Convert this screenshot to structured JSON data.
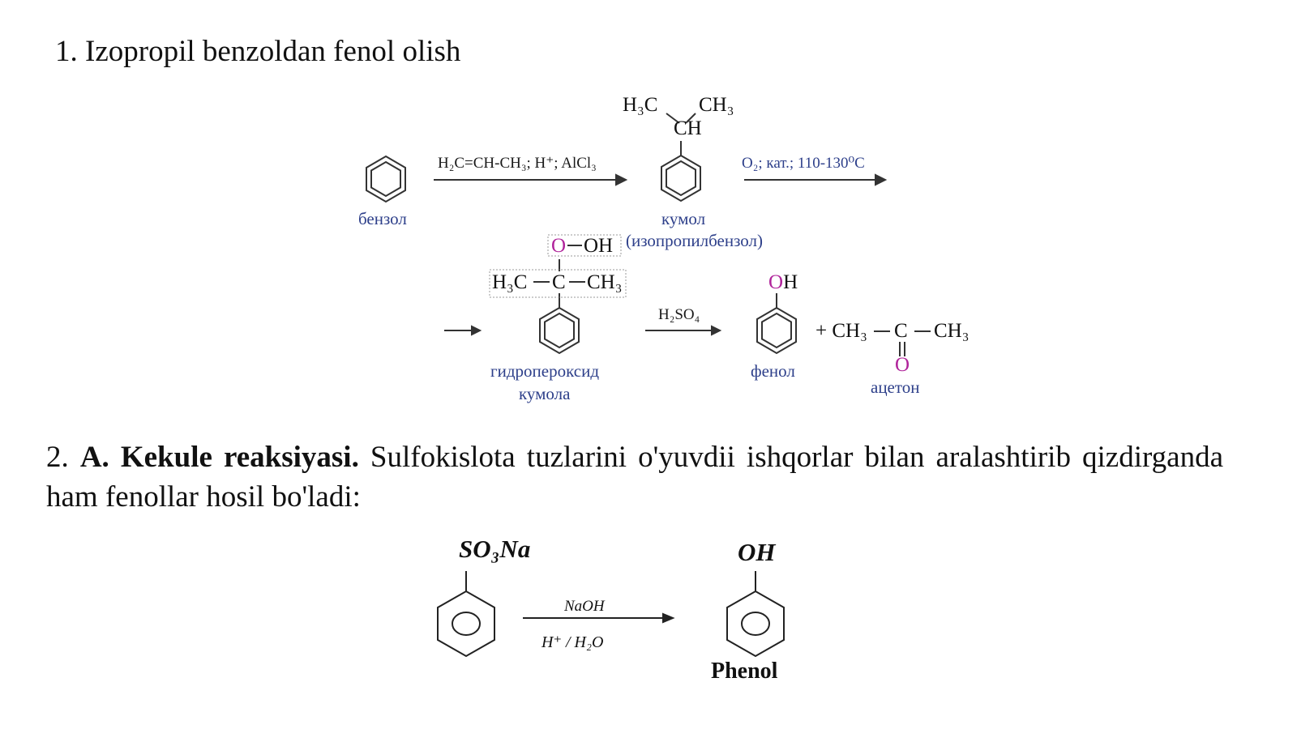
{
  "heading1": "1. Izopropil benzoldan fenol olish",
  "scheme1": {
    "benzene_label": "бензол",
    "reagents1": "H₂C=CH-CH₃; H⁺; AlCl₃",
    "cumene_top_left": "H₃C",
    "cumene_top_right": "CH₃",
    "cumene_ch": "CH",
    "cumene_label": "кумол",
    "cumene_label2": "(изопропилбензол)",
    "reagents2": "O₂; кат.; 110-130⁰C",
    "hp_o": "O",
    "hp_oh": "OH",
    "hp_left": "H₃C",
    "hp_c": "C",
    "hp_right": "CH₃",
    "hp_label1": "гидропероксид",
    "hp_label2": "кумола",
    "reagents3": "H₂SO₄",
    "phenol_o": "O",
    "phenol_h": "H",
    "phenol_label": "фенол",
    "acetone_plus": "+ CH₃",
    "acetone_c": "C",
    "acetone_right": "CH₃",
    "acetone_o": "O",
    "acetone_label": "ацетон"
  },
  "paragraph2": {
    "number": "2.",
    "bold": "A. Kekule reaksiyasi.",
    "text": "Sulfokislota tuzlarini o'yuvdii ishqorlar bilan aralashtirib qizdirganda ham fenollar hosil bo'ladi:"
  },
  "scheme2": {
    "so3na": "SO₃Na",
    "naoh": "NaOH",
    "conditions": "H⁺ / H₂O",
    "oh": "OH",
    "product": "Phenol"
  }
}
